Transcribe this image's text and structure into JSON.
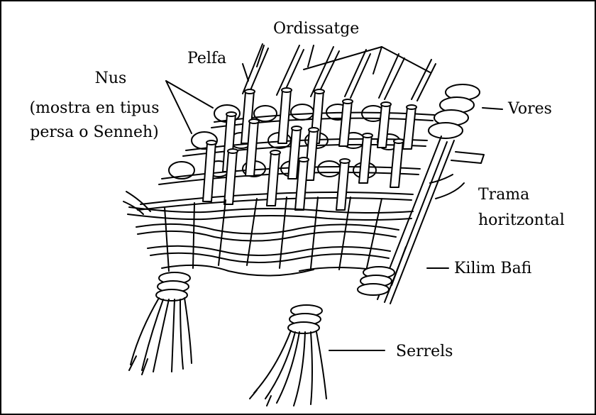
{
  "diagram": {
    "labels": {
      "warp": "Ordissatge",
      "pile": "Pelfa",
      "knot": "Nus",
      "knot_note_1": "(mostra en tipus",
      "knot_note_2": "persa o Senneh)",
      "edges": "Vores",
      "weft_1": "Trama",
      "weft_2": "horitzontal",
      "kilim": "Kilim Bafi",
      "fringe": "Serrels"
    }
  }
}
